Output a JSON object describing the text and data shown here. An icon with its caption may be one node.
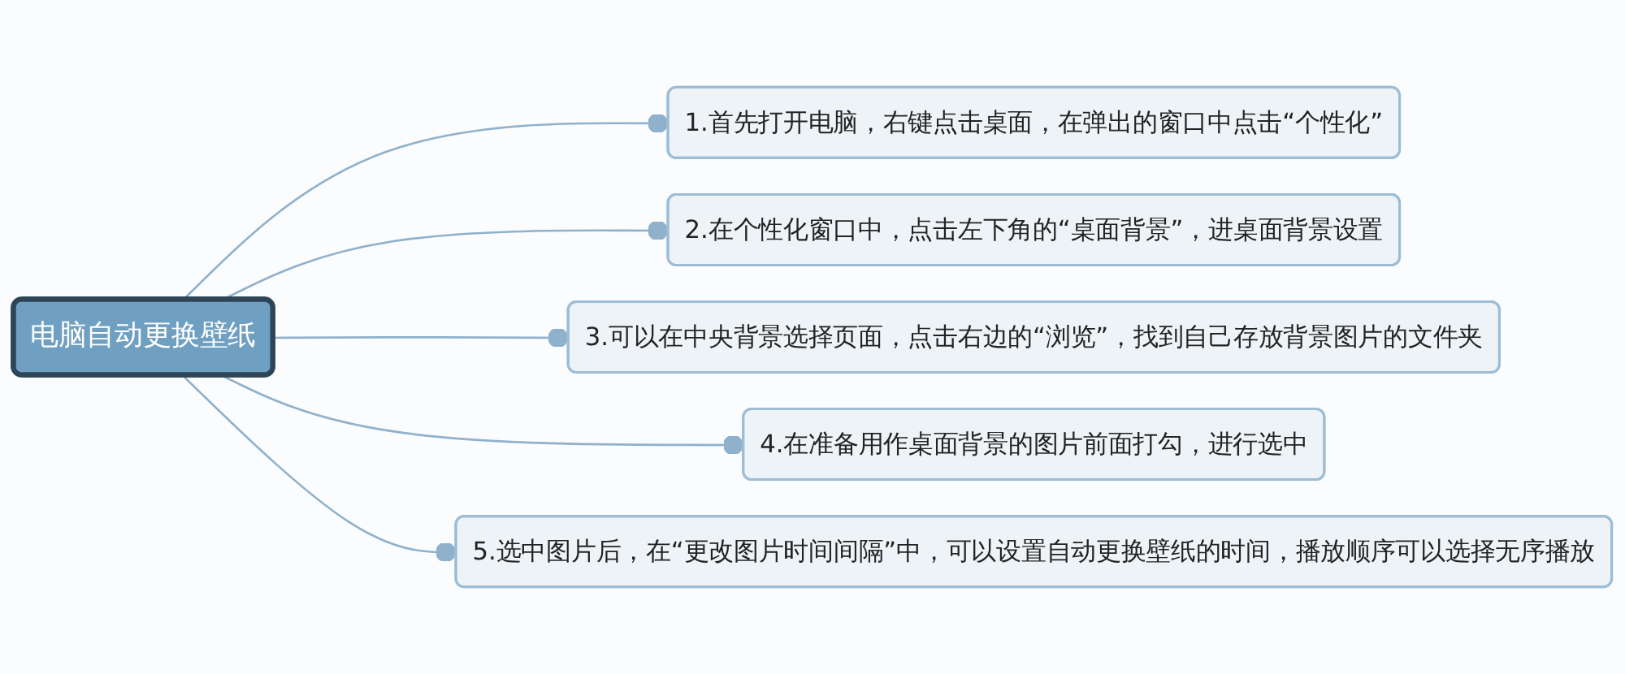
{
  "diagram": {
    "nodes": [
      {
        "text": [
          "电脑自动更换壁纸"
        ]
      },
      {
        "text": [
          "1.首先打开电脑，右键点击桌面，在弹出的窗口中点击“个性化”"
        ]
      },
      {
        "text": [
          "2.在个性化窗口中，点击左下角的“桌面背景”，进桌面背景设置"
        ]
      },
      {
        "text": [
          "3.可以在中央背景选择页面，点击右边的“浏览”，找到自己存放背景图片的文件夹"
        ]
      },
      {
        "text": [
          "4.在准备用作桌面背景的图片前面打勾，进行选中"
        ]
      },
      {
        "text": [
          "5.选中图片后，在“更改图片时间间隔”中，可以设置自动更换壁纸的时间，播放顺序可以选择无序播放"
        ]
      }
    ],
    "edges": [
      {
        "from": 0,
        "to": 1,
        "arrow": "other"
      },
      {
        "from": 0,
        "to": 2,
        "arrow": "other"
      },
      {
        "from": 0,
        "to": 3,
        "arrow": "other"
      },
      {
        "from": 0,
        "to": 4,
        "arrow": "other"
      },
      {
        "from": 0,
        "to": 5,
        "arrow": "other"
      }
    ]
  }
}
